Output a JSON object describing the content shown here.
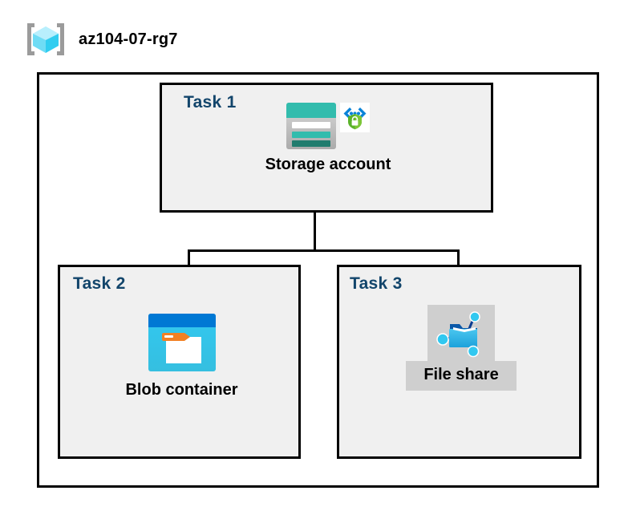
{
  "diagram": {
    "type": "azure-architecture",
    "resource_group": {
      "icon": "resource-group-cube-icon",
      "name": "az104-07-rg7"
    },
    "tasks": [
      {
        "id": "task1",
        "label": "Task 1",
        "node_caption": "Storage account",
        "icons": [
          "storage-account-icon",
          "secure-endpoint-shield-icon"
        ]
      },
      {
        "id": "task2",
        "label": "Task 2",
        "node_caption": "Blob container",
        "icons": [
          "blob-container-icon"
        ]
      },
      {
        "id": "task3",
        "label": "Task 3",
        "node_caption": "File share",
        "icons": [
          "file-share-icon"
        ],
        "highlighted": true
      }
    ],
    "connections": [
      {
        "from": "task1",
        "to": "task2"
      },
      {
        "from": "task1",
        "to": "task3"
      }
    ],
    "colors": {
      "task_label": "#12456b",
      "box_border": "#000000",
      "box_fill": "#f0f0f0",
      "canvas": "#ffffff",
      "storage_teal": "#32bcad",
      "blob_blue": "#0078d4",
      "blob_cyan": "#32c8f0",
      "blob_orange": "#f28023",
      "shield_green": "#5bb32a",
      "fileshare_node_cyan": "#32c8f0",
      "highlight_gray": "#cfcfcf"
    }
  }
}
